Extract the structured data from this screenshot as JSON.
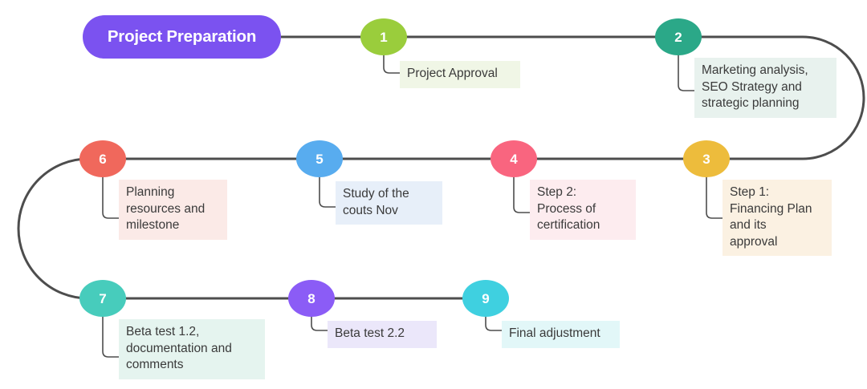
{
  "diagram": {
    "type": "snake-timeline-roadmap",
    "title": "Project Preparation",
    "title_pill_color": "#7B52F0",
    "connector_color": "#4D4D4D",
    "steps": [
      {
        "number": "1",
        "label": "Project Approval",
        "node_color": "#9ACD3C",
        "label_bg": "#F0F6E6",
        "row": 1
      },
      {
        "number": "2",
        "label": "Marketing analysis,\nSEO Strategy and\nstrategic planning",
        "node_color": "#2BA888",
        "label_bg": "#E8F2EE",
        "row": 1
      },
      {
        "number": "3",
        "label": "Step 1:\nFinancing Plan\nand its\napproval",
        "node_color": "#EDBC3C",
        "label_bg": "#FBF1E2",
        "row": 2
      },
      {
        "number": "4",
        "label": "Step 2:\nProcess of\ncertification",
        "node_color": "#F9657F",
        "label_bg": "#FDECEF",
        "row": 2
      },
      {
        "number": "5",
        "label": "Study of the\ncouts Nov",
        "node_color": "#58ACEF",
        "label_bg": "#E7EFF9",
        "row": 2
      },
      {
        "number": "6",
        "label": "Planning\nresources and\nmilestone",
        "node_color": "#F0685C",
        "label_bg": "#FBEAE7",
        "row": 2
      },
      {
        "number": "7",
        "label": "Beta test 1.2,\ndocumentation and\ncomments",
        "node_color": "#47CCBC",
        "label_bg": "#E5F4EF",
        "row": 3
      },
      {
        "number": "8",
        "label": "Beta test 2.2",
        "node_color": "#8B5CF6",
        "label_bg": "#EBE7FA",
        "row": 3
      },
      {
        "number": "9",
        "label": "Final adjustment",
        "node_color": "#3FD0E0",
        "label_bg": "#E2F7F8",
        "row": 3
      }
    ]
  }
}
